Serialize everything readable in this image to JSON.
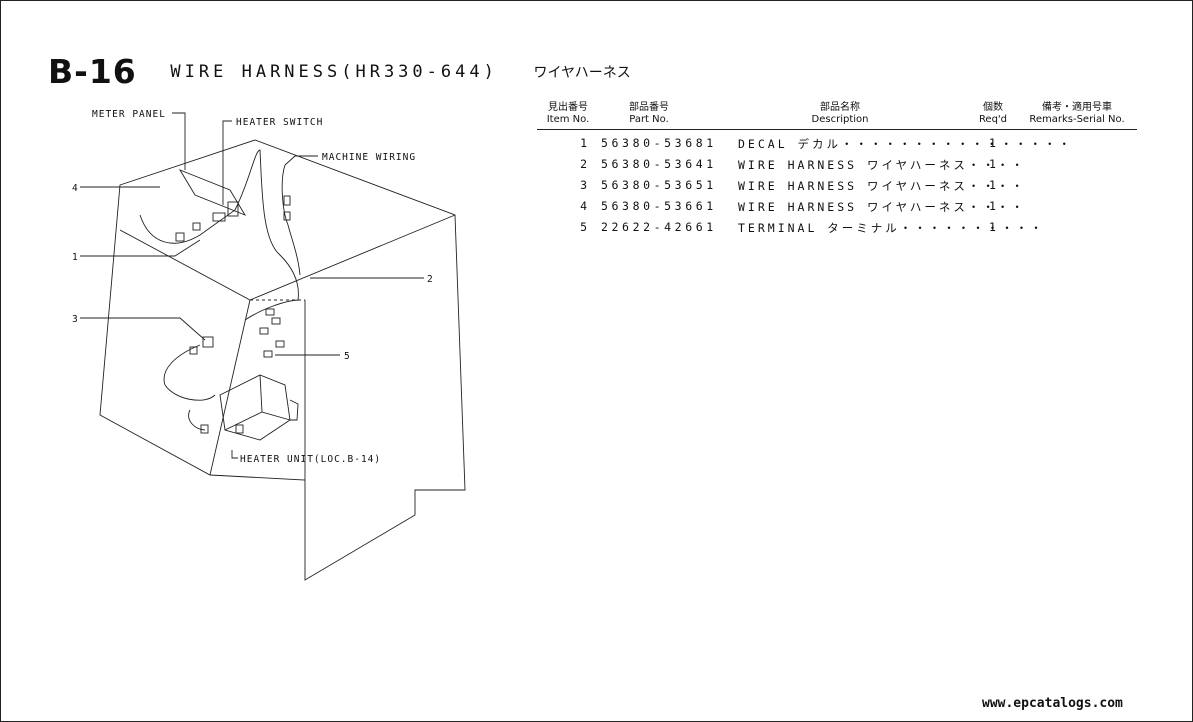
{
  "page": {
    "code": "B-16",
    "title": "WIRE HARNESS(HR330-644)",
    "title_jp": "ワイヤハーネス"
  },
  "diagram": {
    "labels": {
      "meter_panel": "METER PANEL",
      "heater_switch": "HEATER SWITCH",
      "machine_wiring": "MACHINE WIRING",
      "heater_unit": "HEATER UNIT(LOC.B-14)",
      "callout_1": "1",
      "callout_2": "2",
      "callout_3": "3",
      "callout_4": "4",
      "callout_5": "5"
    }
  },
  "table": {
    "headers": {
      "item_jp": "見出番号",
      "item": "Item No.",
      "part_jp": "部品番号",
      "part": "Part No.",
      "desc_jp": "部品名称",
      "desc": "Description",
      "qty_jp": "個数",
      "qty": "Req'd",
      "remarks_jp": "備考・適用号車",
      "remarks": "Remarks-Serial No."
    },
    "rows": [
      {
        "item": "1",
        "part": "56380-53681",
        "desc": "DECAL デカル・・・・・・・・・・・・・・・・",
        "qty": "1"
      },
      {
        "item": "2",
        "part": "56380-53641",
        "desc": "WIRE HARNESS ワイヤハーネス・・・・",
        "qty": "1"
      },
      {
        "item": "3",
        "part": "56380-53651",
        "desc": "WIRE HARNESS ワイヤハーネス・・・・",
        "qty": "1"
      },
      {
        "item": "4",
        "part": "56380-53661",
        "desc": "WIRE HARNESS ワイヤハーネス・・・・",
        "qty": "1"
      },
      {
        "item": "5",
        "part": "22622-42661",
        "desc": "TERMINAL ターミナル・・・・・・・・・・",
        "qty": "1"
      }
    ]
  },
  "footer": {
    "watermark": "www.epcatalogs.com"
  }
}
